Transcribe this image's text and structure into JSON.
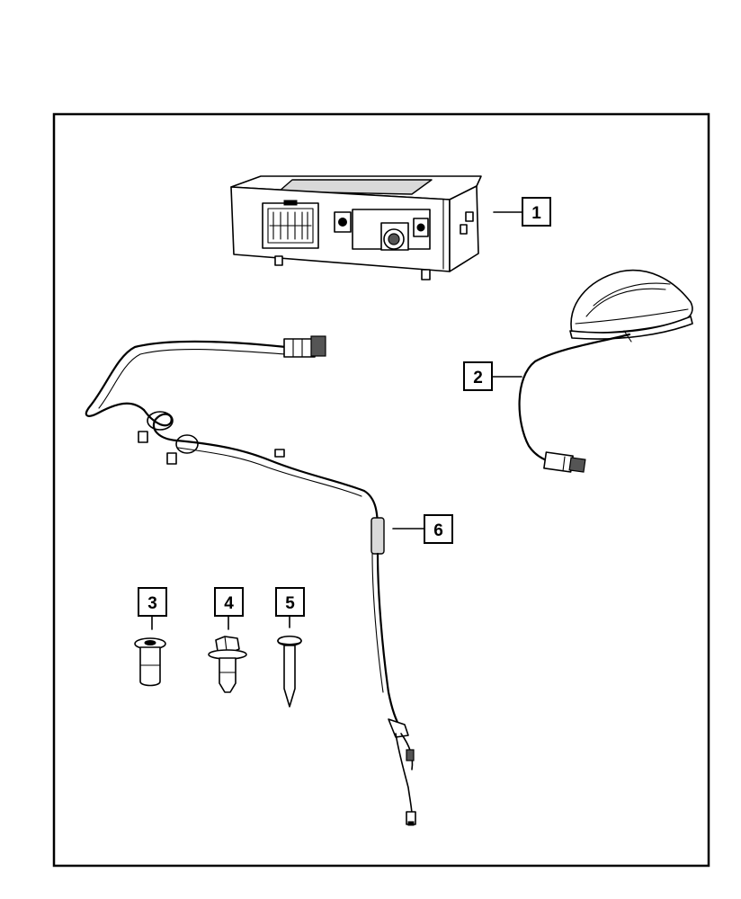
{
  "callouts": [
    {
      "id": "1",
      "label": "1",
      "part": "module"
    },
    {
      "id": "2",
      "label": "2",
      "part": "antenna"
    },
    {
      "id": "3",
      "label": "3",
      "part": "push-pin-fastener"
    },
    {
      "id": "4",
      "label": "4",
      "part": "hex-flange-bolt"
    },
    {
      "id": "5",
      "label": "5",
      "part": "screw"
    },
    {
      "id": "6",
      "label": "6",
      "part": "wiring-harness"
    }
  ],
  "colors": {
    "line": "#000000",
    "background": "#ffffff",
    "shade": "#d9d9d9"
  }
}
